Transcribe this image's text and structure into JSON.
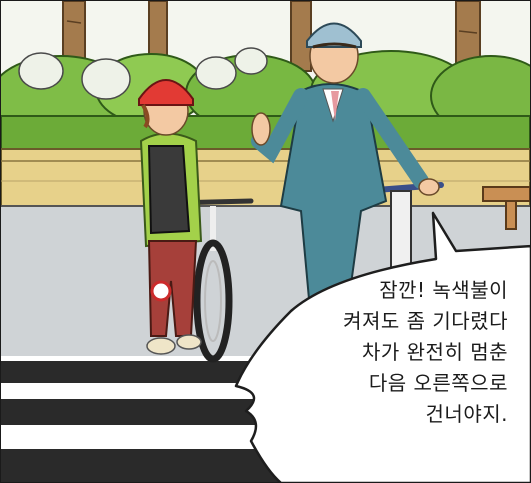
{
  "speech_bubble": {
    "lines": [
      "잠깐! 녹색불이",
      "켜져도 좀 기다렸다",
      "차가 완전히 멈춘",
      "다음 오른쪽으로",
      "건너야지."
    ]
  },
  "colors": {
    "sky": "#f4f6ef",
    "tree_trunk": "#a47b4d",
    "foliage": "#6fb03c",
    "hedge": "#7cc040",
    "wall": "#e7d18a",
    "road": "#cfd3d6",
    "suit": "#4c8a99",
    "helmet_child": "#e23a34",
    "helmet_adult": "#9fc0d1",
    "jacket_child": "#a3d14a",
    "crosswalk_dark": "#2a2a2a"
  }
}
